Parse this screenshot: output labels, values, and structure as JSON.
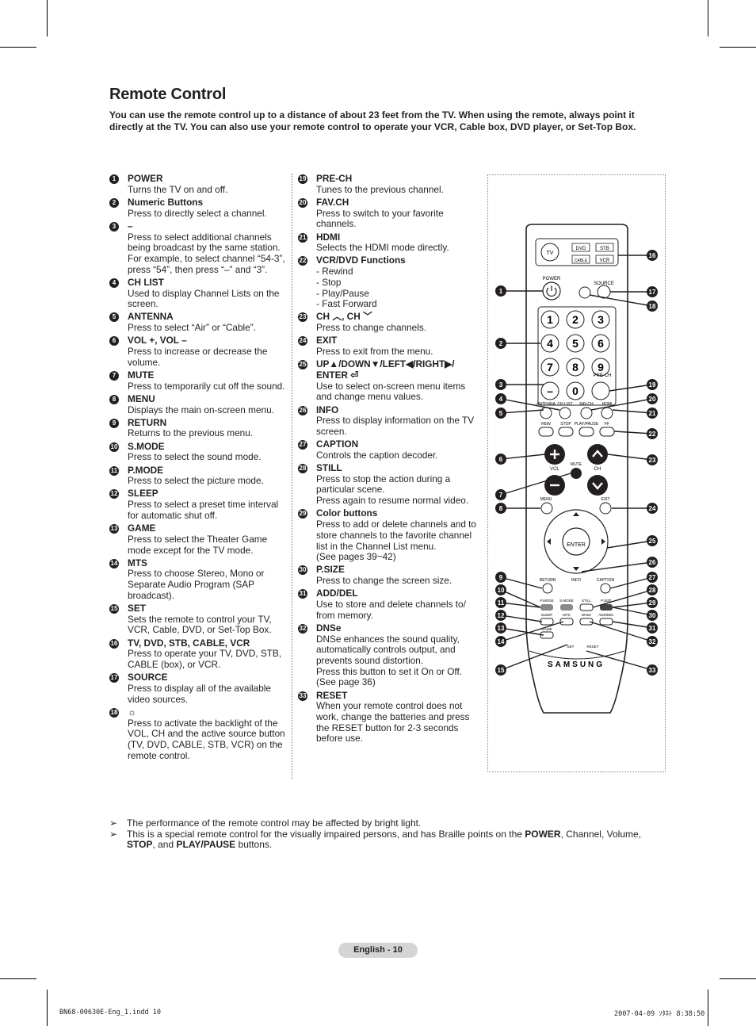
{
  "header": {
    "title": "Remote Control",
    "intro": "You can use the remote control up to a distance of about 23 feet from the TV. When using the remote, always point it directly at the TV. You can also use your remote control to operate your VCR, Cable box, DVD player, or Set-Top Box."
  },
  "left_items": [
    {
      "num": "1",
      "title": "POWER",
      "desc": "Turns the TV on and off."
    },
    {
      "num": "2",
      "title": "Numeric Buttons",
      "desc": "Press to directly select a channel."
    },
    {
      "num": "3",
      "title": "–",
      "desc": "Press to select additional channels being broadcast by the same station. For example, to select channel “54-3”, press “54”, then press “–” and “3”."
    },
    {
      "num": "4",
      "title": "CH LIST",
      "desc": "Used to display Channel Lists on the screen."
    },
    {
      "num": "5",
      "title": "ANTENNA",
      "desc": "Press to select “Air” or “Cable”."
    },
    {
      "num": "6",
      "title": "VOL +, VOL –",
      "desc": "Press to increase or decrease the volume."
    },
    {
      "num": "7",
      "title": "MUTE",
      "desc": "Press to temporarily cut off the sound."
    },
    {
      "num": "8",
      "title": "MENU",
      "desc": "Displays the main on-screen menu."
    },
    {
      "num": "9",
      "title": "RETURN",
      "desc": "Returns to the previous menu."
    },
    {
      "num": "10",
      "title": "S.MODE",
      "desc": "Press to select the sound mode."
    },
    {
      "num": "11",
      "title": "P.MODE",
      "desc": "Press to select the picture mode."
    },
    {
      "num": "12",
      "title": "SLEEP",
      "desc": "Press to select a preset time interval for automatic shut off."
    },
    {
      "num": "13",
      "title": "GAME",
      "desc": "Press to select the Theater Game mode except for the TV mode."
    },
    {
      "num": "14",
      "title": "MTS",
      "desc": "Press to choose Stereo, Mono or Separate Audio Program (SAP broadcast)."
    },
    {
      "num": "15",
      "title": "SET",
      "desc": "Sets the remote to control your TV, VCR, Cable, DVD, or Set-Top Box."
    },
    {
      "num": "16",
      "title": "TV, DVD, STB, CABLE, VCR",
      "desc": "Press to operate your TV, DVD, STB, CABLE (box), or VCR."
    },
    {
      "num": "17",
      "title": "SOURCE",
      "desc": "Press to display all of the available video sources."
    },
    {
      "num": "18",
      "title": "☼",
      "desc": "Press to activate the backlight of the VOL, CH and the active source button (TV, DVD, CABLE, STB, VCR) on the remote control."
    }
  ],
  "right_items": [
    {
      "num": "19",
      "title": "PRE-CH",
      "desc": "Tunes to the previous channel."
    },
    {
      "num": "20",
      "title": "FAV.CH",
      "desc": "Press to switch to your favorite channels."
    },
    {
      "num": "21",
      "title": "HDMI",
      "desc": "Selects the HDMI mode directly."
    },
    {
      "num": "22",
      "title": "VCR/DVD Functions",
      "desc": "-  Rewind\n-  Stop\n-  Play/Pause\n-  Fast Forward"
    },
    {
      "num": "23",
      "title": "CH ︿, CH ﹀",
      "desc": "Press to change channels."
    },
    {
      "num": "24",
      "title": "EXIT",
      "desc": "Press to exit from the menu."
    },
    {
      "num": "25",
      "title": "UP▲/DOWN▼/LEFT◀/RIGHT▶/ ENTER ⏎",
      "desc": "Use to select on-screen menu items and change menu values."
    },
    {
      "num": "26",
      "title": "INFO",
      "desc": "Press to display information on the TV screen."
    },
    {
      "num": "27",
      "title": "CAPTION",
      "desc": "Controls the caption decoder."
    },
    {
      "num": "28",
      "title": "STILL",
      "desc": "Press to stop the action during a particular scene.\nPress again to resume normal video."
    },
    {
      "num": "29",
      "title": "Color buttons",
      "desc": "Press to add or delete channels and to store channels to the favorite channel list in the Channel List menu.\n(See pages 39~42)"
    },
    {
      "num": "30",
      "title": "P.SIZE",
      "desc": "Press to change the screen size."
    },
    {
      "num": "31",
      "title": "ADD/DEL",
      "desc": "Use to store and delete channels to/ from memory."
    },
    {
      "num": "32",
      "title": "DNSe",
      "desc": "DNSe enhances the sound quality, automatically controls output, and prevents sound distortion.\nPress this button to set it On or Off. (See page 36)"
    },
    {
      "num": "33",
      "title": "RESET",
      "desc": "When your remote control does not work, change the batteries and press the RESET button for 2-3 seconds before use."
    }
  ],
  "remote": {
    "source_labels": [
      "TV",
      "DVD",
      "STB",
      "CABLE",
      "VCR"
    ],
    "power_label": "POWER",
    "source_label": "SOURCE",
    "prech_label": "PRE-CH",
    "digits": [
      "1",
      "2",
      "3",
      "4",
      "5",
      "6",
      "7",
      "8",
      "9",
      "–",
      "0",
      ""
    ],
    "row_labels": [
      "ANTENNA",
      "CH LIST",
      "FAV.CH",
      "HDMI"
    ],
    "transport_labels": [
      "REW",
      "STOP",
      "PLAY/PAUSE",
      "FF"
    ],
    "mute_label": "MUTE",
    "vol_label": "VOL",
    "ch_label": "CH",
    "menu_label": "MENU",
    "exit_label": "EXIT",
    "enter_label": "ENTER",
    "info_labels": [
      "RETURN",
      "INFO",
      "CAPTION"
    ],
    "mode_labels": [
      "P.MODE",
      "S.MODE",
      "STILL",
      "P.SIZE"
    ],
    "fn_labels": [
      "SLEEP",
      "MTS",
      "DNSe",
      "ADD/DEL"
    ],
    "game_label": "GAME",
    "set_label": "SET",
    "reset_label": "RESET",
    "brand": "SAMSUNG",
    "callouts_left": [
      "1",
      "2",
      "3",
      "4",
      "5",
      "6",
      "7",
      "8",
      "9",
      "10",
      "11",
      "12",
      "13",
      "14",
      "15"
    ],
    "callouts_right": [
      "16",
      "17",
      "18",
      "19",
      "20",
      "21",
      "22",
      "23",
      "24",
      "25",
      "26",
      "27",
      "28",
      "29",
      "30",
      "31",
      "32",
      "33"
    ]
  },
  "notes": [
    {
      "parts": [
        {
          "t": "The performance of the remote control may be affected by bright light.",
          "b": false
        }
      ]
    },
    {
      "parts": [
        {
          "t": "This is a special remote control for the visually impaired persons, and has Braille points on the ",
          "b": false
        },
        {
          "t": "POWER",
          "b": true
        },
        {
          "t": ", Channel, Volume, ",
          "b": false
        },
        {
          "t": "STOP",
          "b": true
        },
        {
          "t": ", and ",
          "b": false
        },
        {
          "t": "PLAY/PAUSE",
          "b": true
        },
        {
          "t": " buttons.",
          "b": false
        }
      ]
    }
  ],
  "note_marker": "➢",
  "page_label": "English - 10",
  "footer": {
    "left": "BN68-00630E-Eng_1.indd   10",
    "right": "2007-04-09   ｿﾀﾈﾄ 8:38:50"
  }
}
